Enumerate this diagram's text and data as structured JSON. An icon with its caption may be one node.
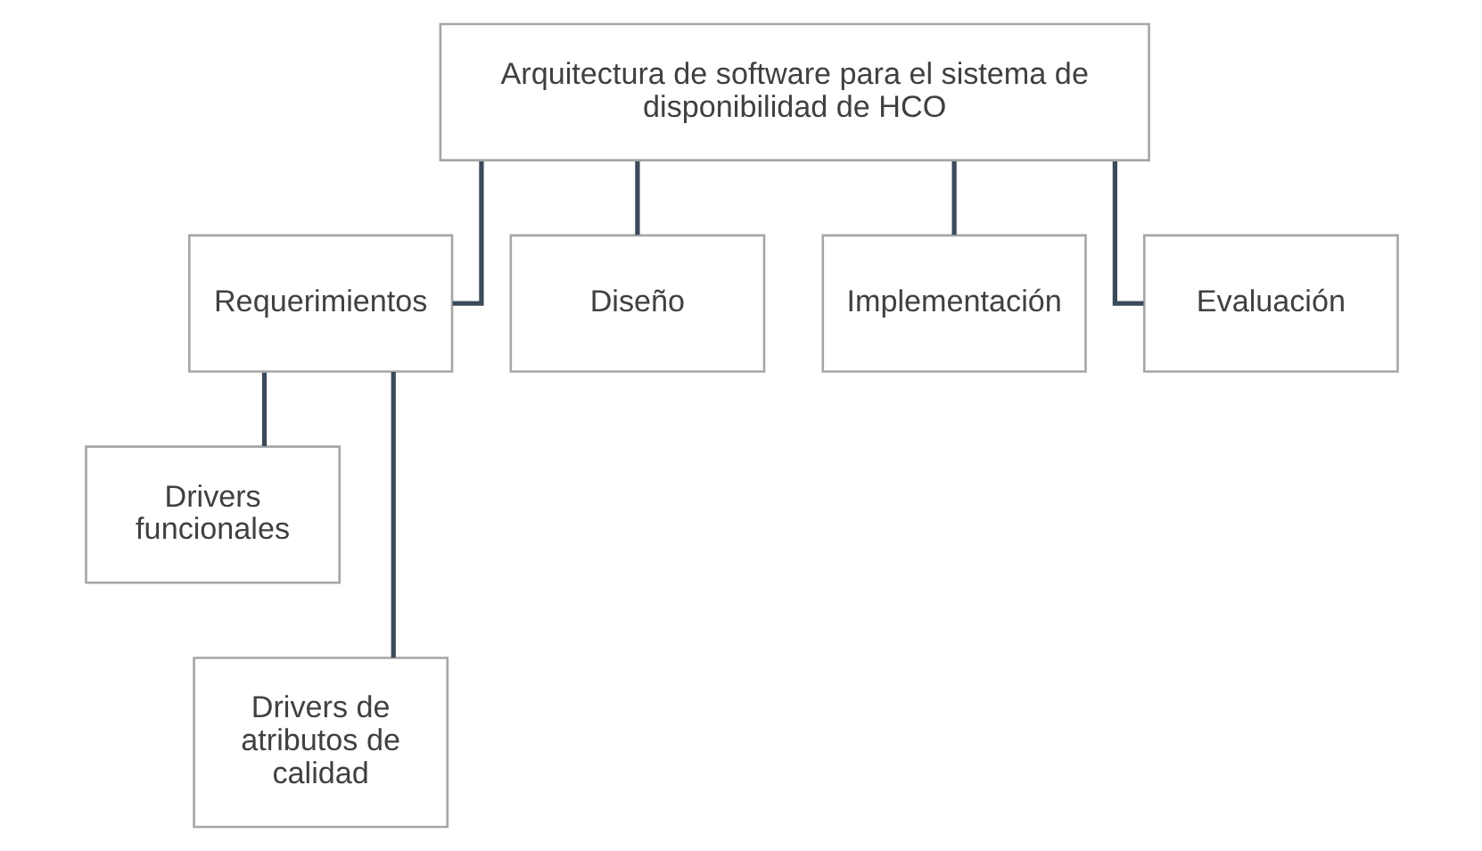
{
  "diagram": {
    "nodes": [
      {
        "text": [
          "Arquitectura de software para el sistema de disponibilidad de HCO"
        ]
      },
      {
        "text": [
          "Requerimientos"
        ]
      },
      {
        "text": [
          "Diseño"
        ]
      },
      {
        "text": [
          "Implementación"
        ]
      },
      {
        "text": [
          "Evaluación"
        ]
      },
      {
        "text": [
          "Drivers funcionales"
        ]
      },
      {
        "text": [
          "Drivers de atributos de calidad"
        ]
      }
    ],
    "edges": [
      {
        "from": 0,
        "to": 1,
        "arrow": "none"
      },
      {
        "from": 0,
        "to": 2,
        "arrow": "none"
      },
      {
        "from": 0,
        "to": 3,
        "arrow": "none"
      },
      {
        "from": 0,
        "to": 4,
        "arrow": "none"
      },
      {
        "from": 1,
        "to": 5,
        "arrow": "none"
      },
      {
        "from": 1,
        "to": 6,
        "arrow": "none"
      }
    ]
  }
}
